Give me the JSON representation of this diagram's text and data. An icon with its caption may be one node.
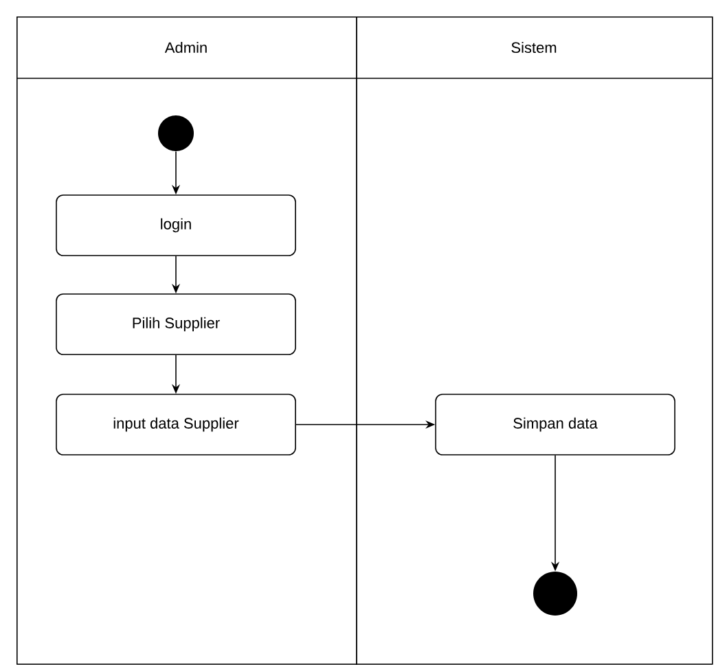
{
  "diagram": {
    "nodes": [
      {
        "text": [
          "Admin"
        ]
      },
      {
        "text": [
          "Sistem"
        ]
      },
      {
        "text": [],
        "shape": "circle",
        "in": 0
      },
      {
        "text": [
          "login"
        ],
        "in": 0
      },
      {
        "text": [
          "Pilih Supplier"
        ],
        "in": 0
      },
      {
        "text": [
          "input data Supplier"
        ],
        "in": 0
      },
      {
        "text": [
          "Simpan data"
        ],
        "in": 1
      },
      {
        "text": [],
        "shape": "circle",
        "in": 1
      }
    ],
    "edges": [
      {
        "from": 2,
        "to": 3,
        "arrow": "to"
      },
      {
        "from": 3,
        "to": 4,
        "arrow": "to"
      },
      {
        "from": 4,
        "to": 5,
        "arrow": "to"
      },
      {
        "from": 5,
        "to": 6,
        "arrow": "to"
      },
      {
        "from": 6,
        "to": 7,
        "arrow": "to"
      }
    ]
  }
}
